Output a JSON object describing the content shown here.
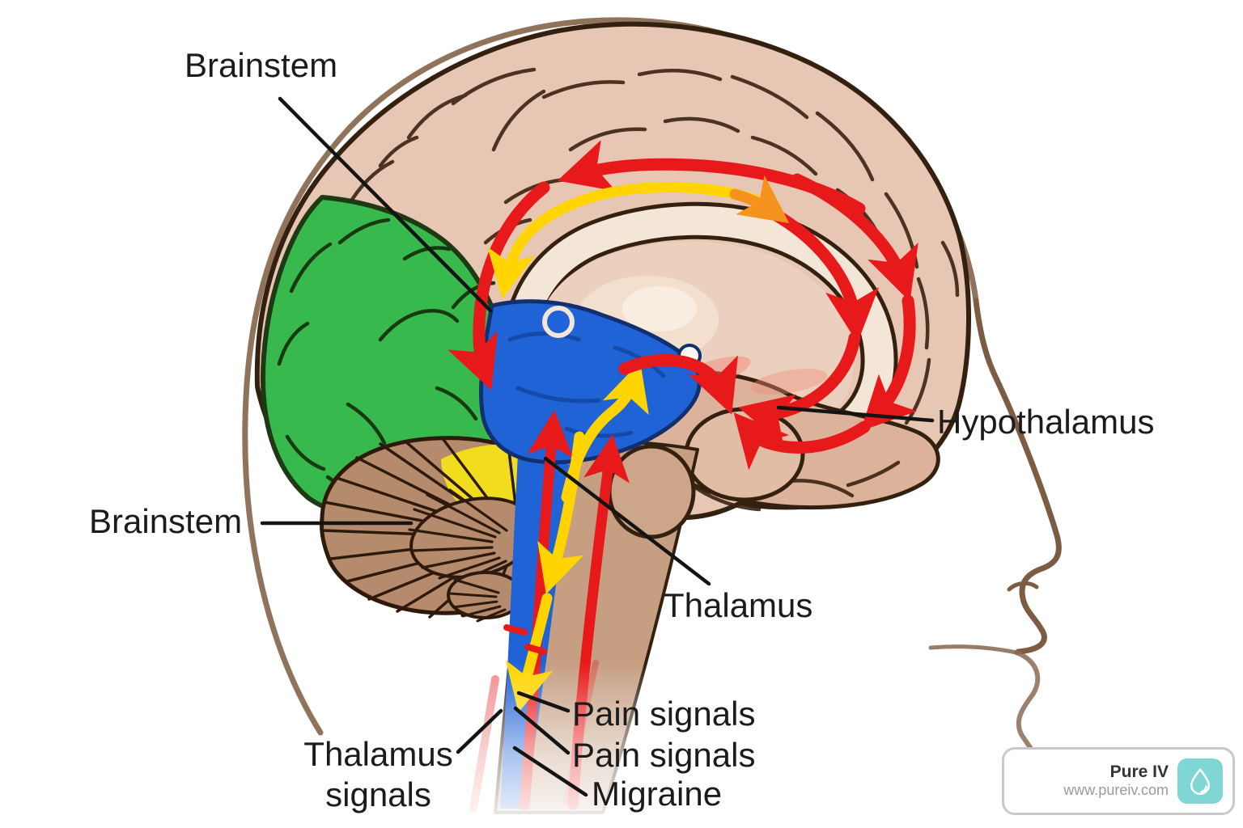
{
  "labels": {
    "brainstem_top": "Brainstem",
    "brainstem_side": "Brainstem",
    "hypothalamus": "Hypothalamus",
    "thalamus": "Thalamus",
    "pain_signals_upper": "Pain signals",
    "pain_signals_lower": "Pain signals",
    "migraine": "Migraine",
    "thalamus_signals": "Thalamus signals"
  },
  "watermark": {
    "brand": "Pure IV",
    "url": "www.pureiv.com",
    "icon": "water-drop-icon",
    "accent_color": "#7fd6d2"
  },
  "colors": {
    "occipital_green": "#38b94d",
    "thalamus_blue": "#1f63d7",
    "pain_red": "#e8191b",
    "signal_yellow": "#ffd400",
    "signal_orange": "#f6921e",
    "cerebrum_pink": "#e8c6b4",
    "corpus_callosum_cream": "#f3e6d7",
    "cerebellum_brown": "#b58a6d",
    "brainstem_beige": "#c69f83",
    "outline_dark_brown": "#33200f",
    "head_profile_brown": "#8a6b52"
  }
}
